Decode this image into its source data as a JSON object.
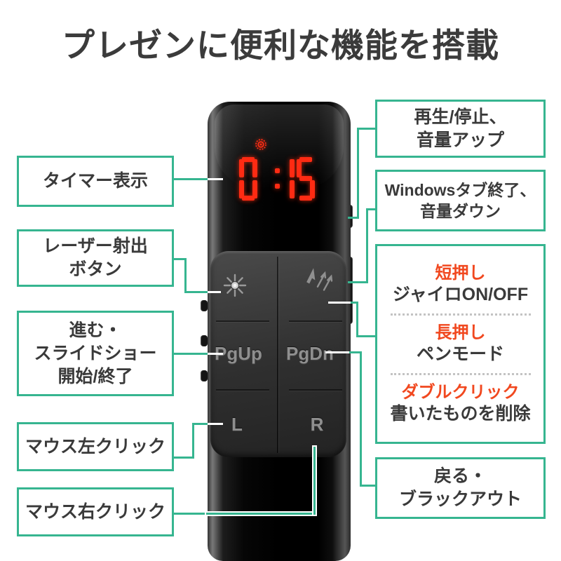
{
  "title": "プレゼンに便利な機能を搭載",
  "colors": {
    "accent": "#36b590",
    "highlight": "#f1481f",
    "text": "#3a3a3a",
    "led": "#ff2b13"
  },
  "device": {
    "display": {
      "value": "0:15",
      "icon": "timer-led-icon"
    },
    "buttons": {
      "laser_icon": "laser-icon",
      "pen_icon": "pen-arrows-icon",
      "pgup": "PgUp",
      "pgdn": "PgDn",
      "left": "L",
      "right": "R"
    }
  },
  "callouts": {
    "left": [
      {
        "id": "timer",
        "lines": [
          "タイマー表示"
        ]
      },
      {
        "id": "laser",
        "lines": [
          "レーザー射出",
          "ボタン"
        ]
      },
      {
        "id": "forward",
        "lines": [
          "進む・",
          "スライドショー",
          "開始/終了"
        ]
      },
      {
        "id": "mouse-left",
        "lines": [
          "マウス左クリック"
        ]
      },
      {
        "id": "mouse-right",
        "lines": [
          "マウス右クリック"
        ]
      }
    ],
    "right": [
      {
        "id": "play",
        "lines": [
          "再生/停止、",
          "音量アップ"
        ]
      },
      {
        "id": "windows",
        "lines": [
          "Windowsタブ終了、",
          "音量ダウン"
        ]
      },
      {
        "id": "multi",
        "items": [
          {
            "label": "短押し",
            "desc": "ジャイロON/OFF"
          },
          {
            "label": "長押し",
            "desc": "ペンモード"
          },
          {
            "label": "ダブルクリック",
            "desc": "書いたものを削除"
          }
        ]
      },
      {
        "id": "back",
        "lines": [
          "戻る・",
          "ブラックアウト"
        ]
      }
    ]
  }
}
